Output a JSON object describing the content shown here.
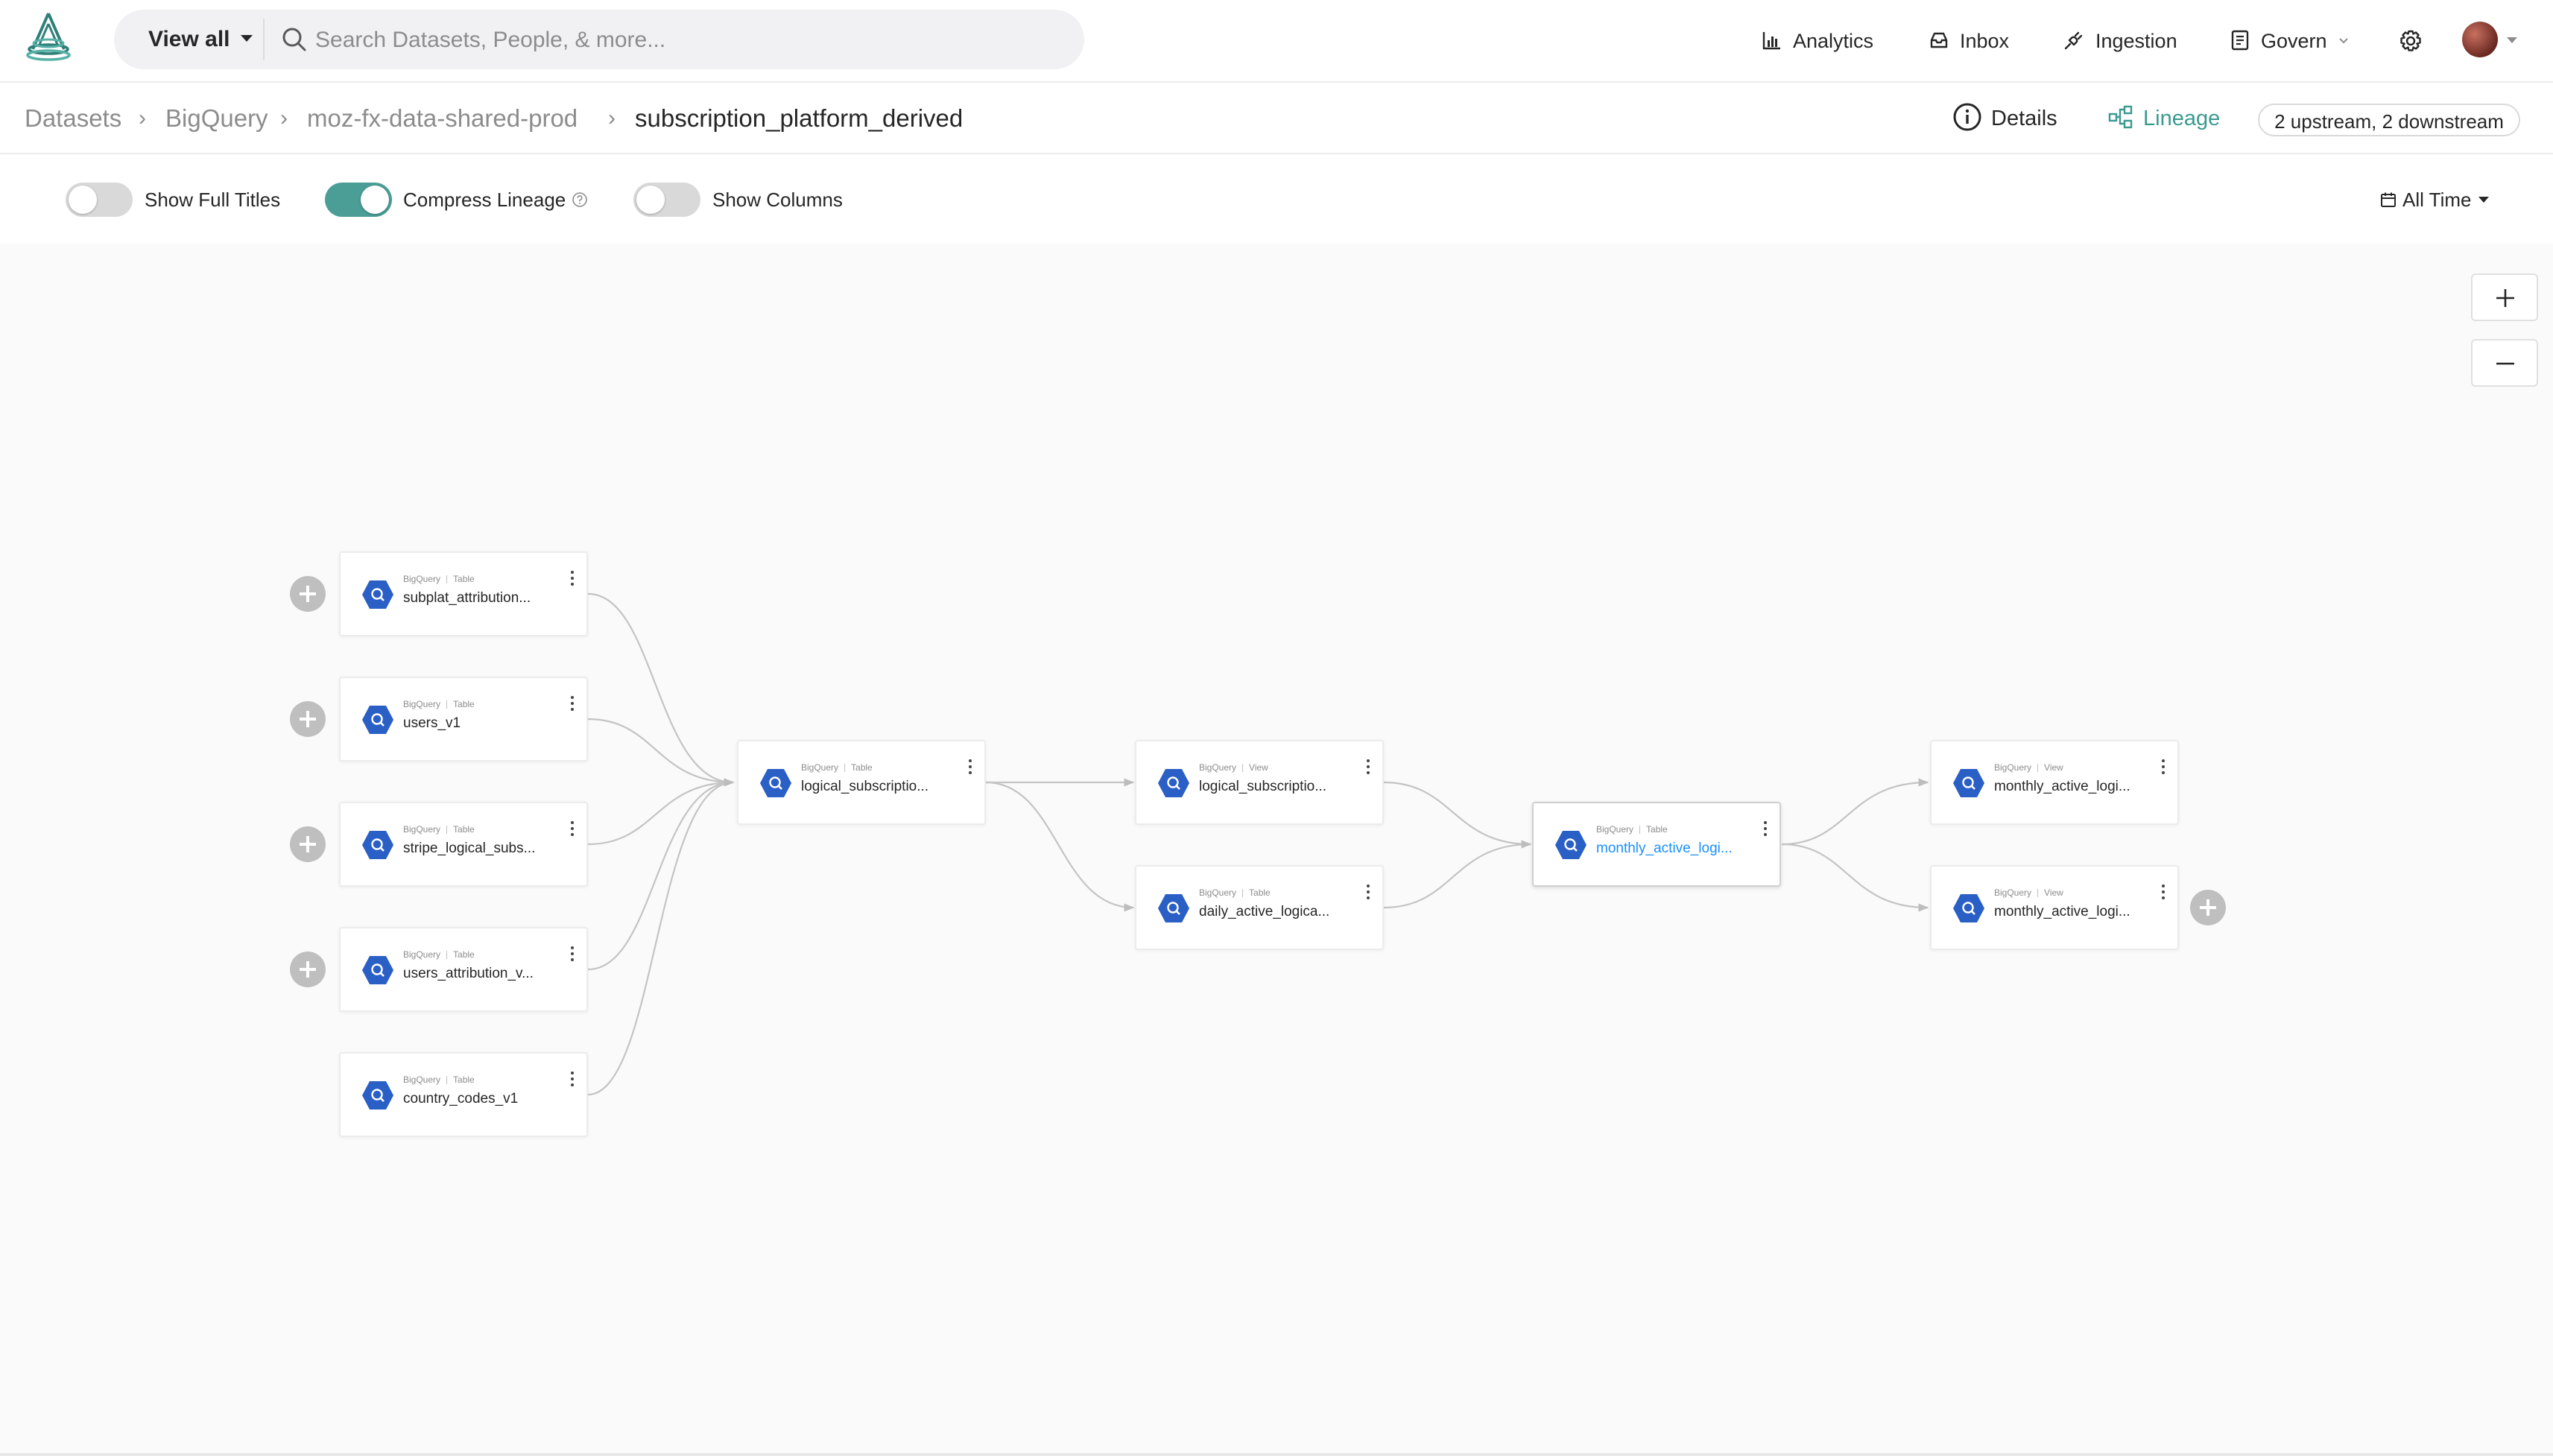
{
  "nav": {
    "view_all_label": "View all",
    "search_placeholder": "Search Datasets, People, & more...",
    "items": {
      "analytics": "Analytics",
      "inbox": "Inbox",
      "ingestion": "Ingestion",
      "govern": "Govern"
    }
  },
  "breadcrumb": {
    "items": [
      "Datasets",
      "BigQuery",
      "moz-fx-data-shared-prod"
    ],
    "current": "subscription_platform_derived",
    "separator": "›"
  },
  "tabs": {
    "details": "Details",
    "lineage": "Lineage",
    "lineage_counts": "2 upstream, 2 downstream"
  },
  "toolbar": {
    "show_full_titles": {
      "label": "Show Full Titles",
      "on": false
    },
    "compress_lineage": {
      "label": "Compress Lineage",
      "on": true
    },
    "show_columns": {
      "label": "Show Columns",
      "on": false
    },
    "time_range": "All Time"
  },
  "lineage": {
    "nodes": [
      {
        "platform": "BigQuery",
        "type": "Table",
        "name": "subplat_attribution..."
      },
      {
        "platform": "BigQuery",
        "type": "Table",
        "name": "users_v1"
      },
      {
        "platform": "BigQuery",
        "type": "Table",
        "name": "stripe_logical_subs..."
      },
      {
        "platform": "BigQuery",
        "type": "Table",
        "name": "users_attribution_v..."
      },
      {
        "platform": "BigQuery",
        "type": "Table",
        "name": "country_codes_v1"
      },
      {
        "platform": "BigQuery",
        "type": "Table",
        "name": "logical_subscriptio..."
      },
      {
        "platform": "BigQuery",
        "type": "View",
        "name": "logical_subscriptio..."
      },
      {
        "platform": "BigQuery",
        "type": "Table",
        "name": "daily_active_logica..."
      },
      {
        "platform": "BigQuery",
        "type": "Table",
        "name": "monthly_active_logi...",
        "focal": true
      },
      {
        "platform": "BigQuery",
        "type": "View",
        "name": "monthly_active_logi..."
      },
      {
        "platform": "BigQuery",
        "type": "View",
        "name": "monthly_active_logi..."
      }
    ]
  },
  "colors": {
    "accent": "#4a9e96",
    "lineage_tab": "#3a9a8f",
    "focal_link": "#1890ff",
    "bigquery_blue": "#2a5fc6",
    "canvas_bg": "#fafafa",
    "edge": "#c4c4c4"
  },
  "icons": {
    "logo": "datahub-logo",
    "search": "search-icon",
    "analytics": "bar-chart-icon",
    "inbox": "inbox-icon",
    "ingestion": "plug-icon",
    "govern": "clipboard-icon",
    "settings": "gear-icon",
    "details": "info-circle-icon",
    "lineage": "lineage-icon",
    "calendar": "calendar-icon",
    "zoom_in": "plus-icon",
    "zoom_out": "minus-icon",
    "node": "bigquery-icon",
    "expand": "plus-circle-icon"
  }
}
